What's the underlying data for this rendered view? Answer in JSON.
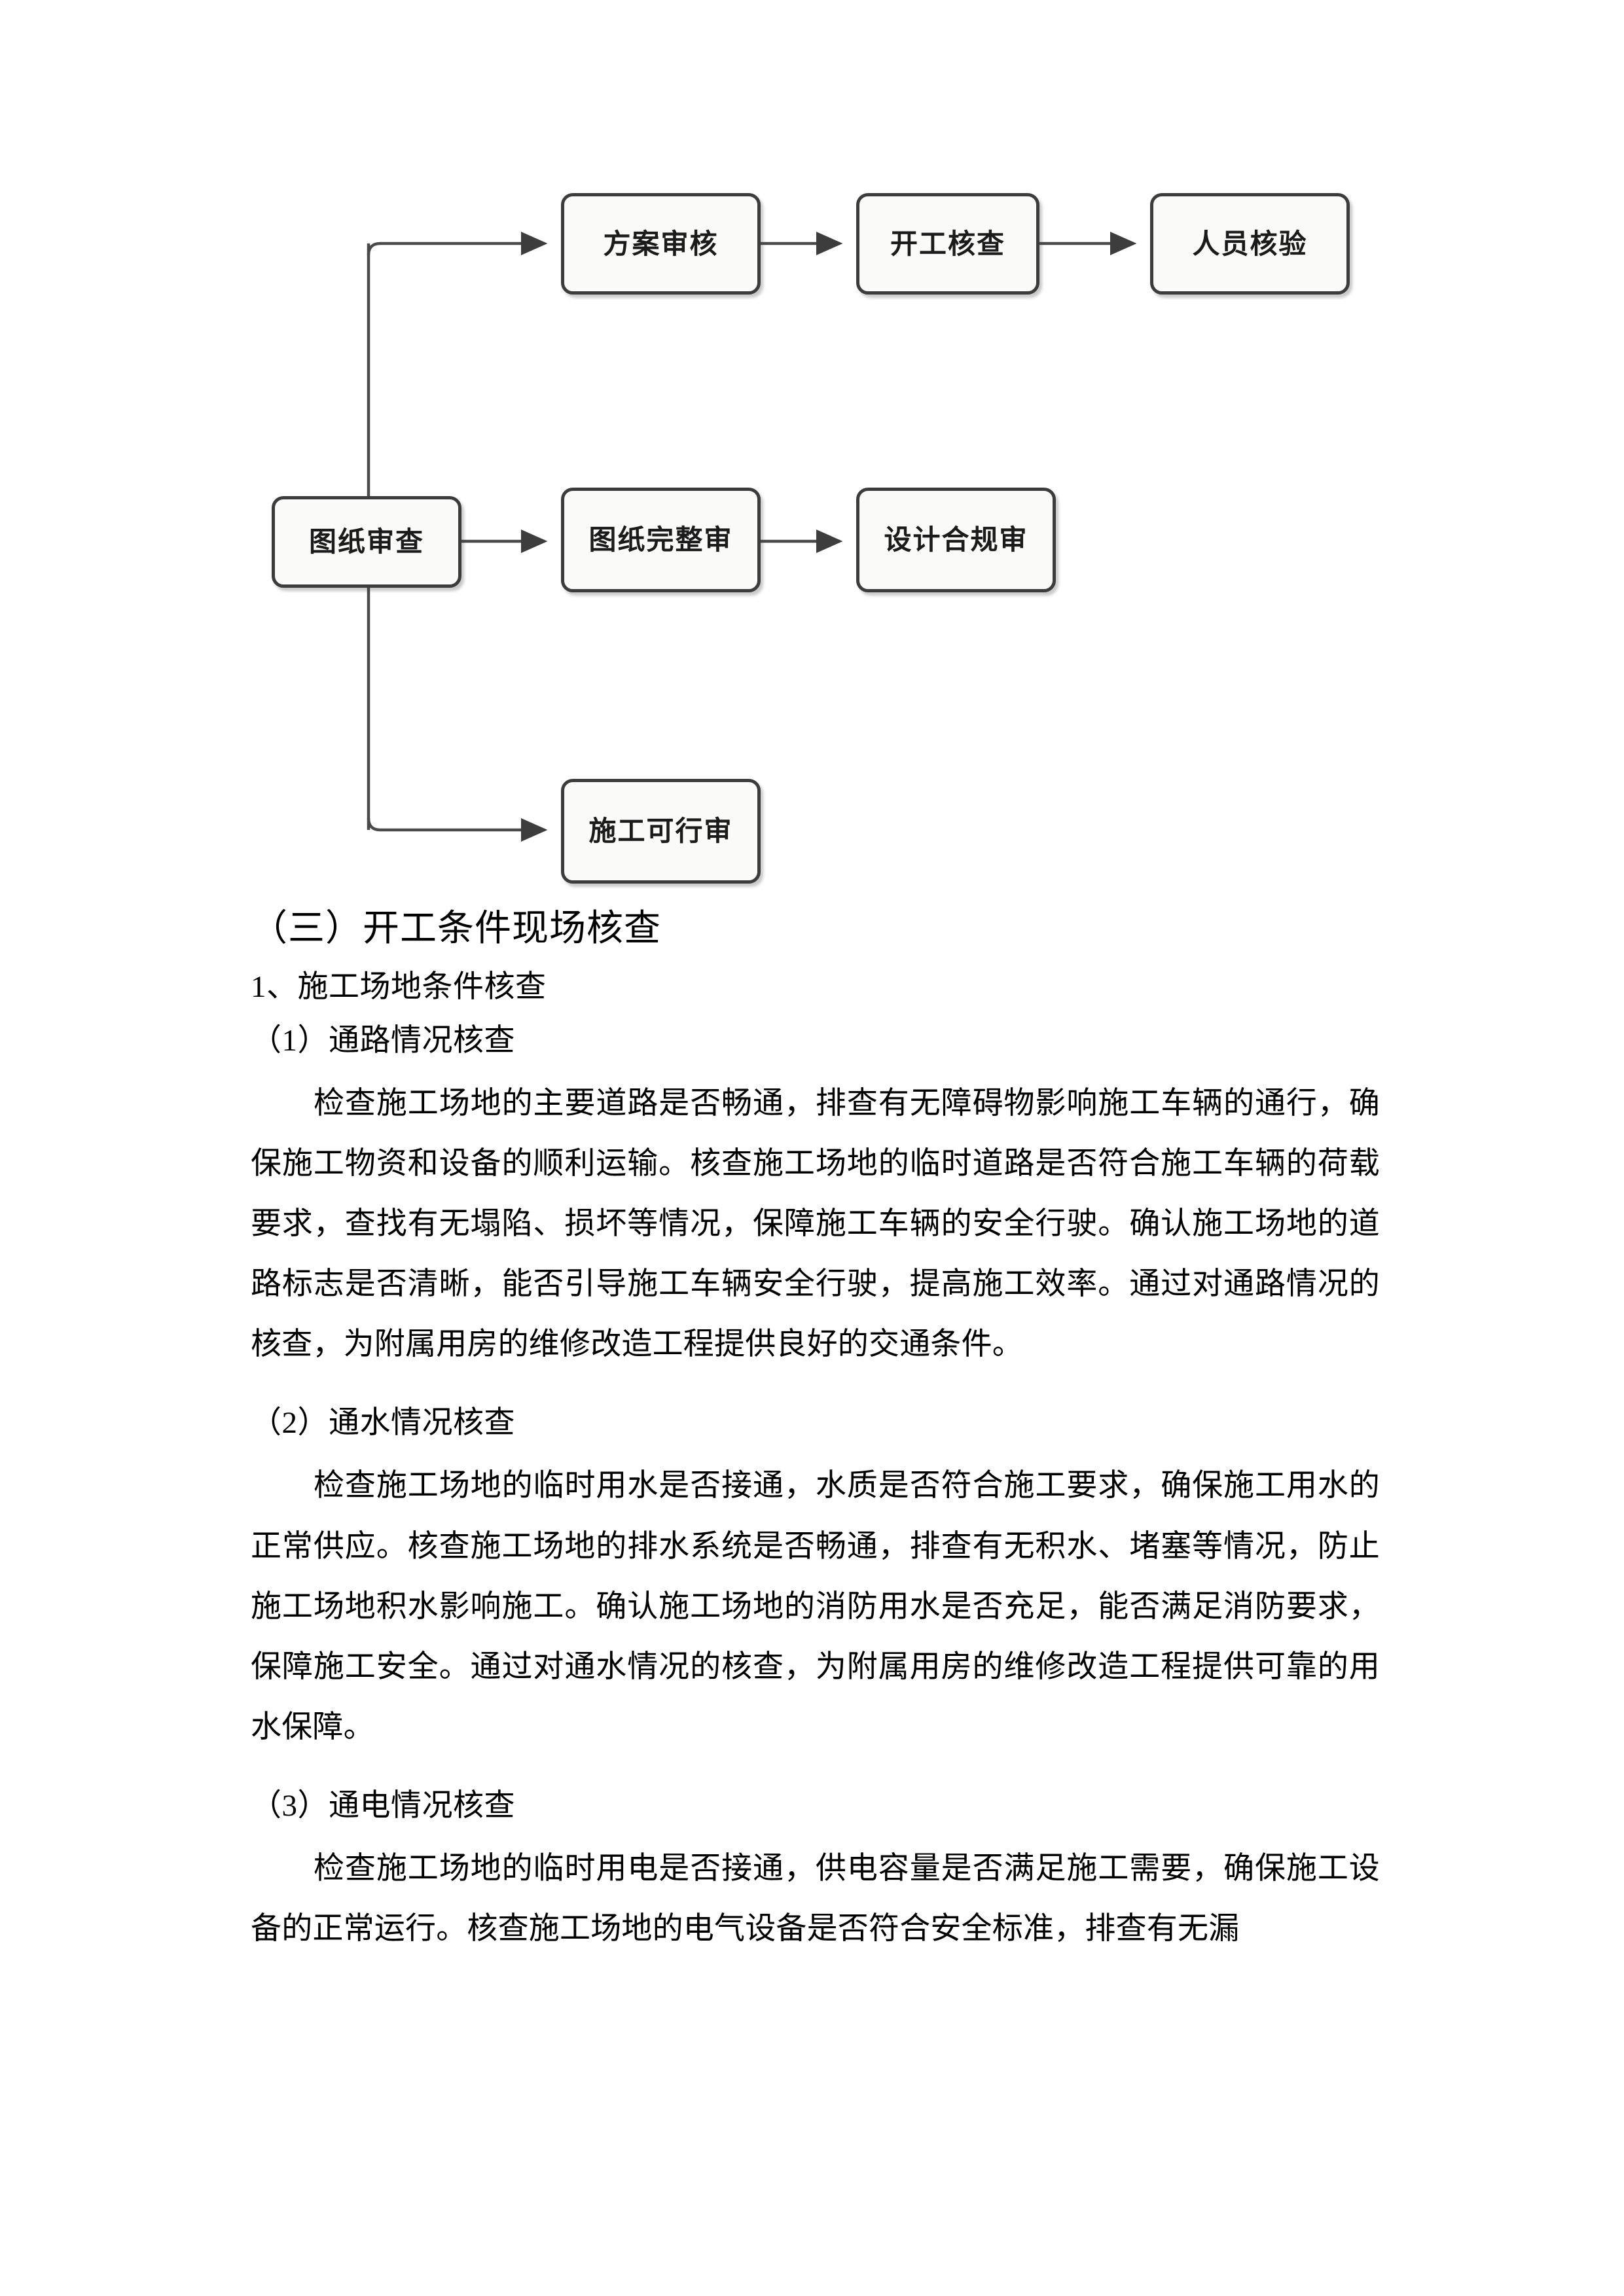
{
  "flowchart": {
    "nodes": [
      {
        "id": "fangan",
        "label": "方案审核"
      },
      {
        "id": "kaigong",
        "label": "开工核查"
      },
      {
        "id": "renyuan",
        "label": "人员核验"
      },
      {
        "id": "tuzhi",
        "label": "图纸审查"
      },
      {
        "id": "wanzheng",
        "label": "图纸完整审"
      },
      {
        "id": "sheji",
        "label": "设计合规审"
      },
      {
        "id": "shigong",
        "label": "施工可行审"
      }
    ],
    "edges": [
      {
        "from": "tuzhi",
        "to": "fangan"
      },
      {
        "from": "fangan",
        "to": "kaigong"
      },
      {
        "from": "kaigong",
        "to": "renyuan"
      },
      {
        "from": "tuzhi",
        "to": "wanzheng"
      },
      {
        "from": "wanzheng",
        "to": "sheji"
      },
      {
        "from": "tuzhi",
        "to": "shigong"
      }
    ],
    "colors": {
      "node_fill": "#fafaf9",
      "node_border": "#3c3c3c",
      "connector": "#4a4a4a"
    }
  },
  "document": {
    "section_heading": "（三）开工条件现场核查",
    "subsection_heading": "1、施工场地条件核查",
    "items": [
      {
        "heading": "（1）通路情况核查",
        "paragraphs": [
          "检查施工场地的主要道路是否畅通，排查有无障碍物影响施工车辆的通行，确保施工物资和设备的顺利运输。核查施工场地的临时道路是否符合施工车辆的荷载要求，查找有无塌陷、损坏等情况，保障施工车辆的安全行驶。确认施工场地的道路标志是否清晰，能否引导施工车辆安全行驶，提高施工效率。通过对通路情况的核查，为附属用房的维修改造工程提供良好的交通条件。"
        ]
      },
      {
        "heading": "（2）通水情况核查",
        "paragraphs": [
          "检查施工场地的临时用水是否接通，水质是否符合施工要求，确保施工用水的正常供应。核查施工场地的排水系统是否畅通，排查有无积水、堵塞等情况，防止施工场地积水影响施工。确认施工场地的消防用水是否充足，能否满足消防要求，保障施工安全。通过对通水情况的核查，为附属用房的维修改造工程提供可靠的用水保障。"
        ]
      },
      {
        "heading": "（3）通电情况核查",
        "paragraphs": [
          "检查施工场地的临时用电是否接通，供电容量是否满足施工需要，确保施工设备的正常运行。核查施工场地的电气设备是否符合安全标准，排查有无漏"
        ]
      }
    ]
  }
}
